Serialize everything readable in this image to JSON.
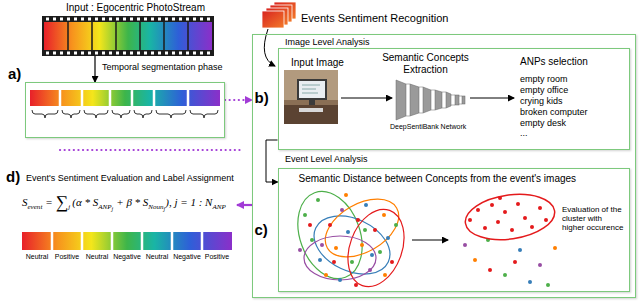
{
  "diagram": {
    "nodes": [
      {
        "text": [
          "Input : Egocentric PhotoStream"
        ]
      },
      {
        "text": [
          "a)"
        ]
      },
      {
        "text": [
          "Events Sentiment Recognition"
        ]
      },
      {
        "text": [
          "b)"
        ],
        "in": 2
      },
      {
        "text": [
          "c)",
          "Semantic Distance between Concepts from the event's images"
        ],
        "in": 2
      },
      {
        "text": [
          "d)",
          "Event's Sentiment Evaluation and Label Assignment"
        ]
      }
    ],
    "edges": [
      {
        "from": 0,
        "to": 1,
        "arrow": "to",
        "label": "Temporal segmentation phase"
      },
      {
        "from": 1,
        "to": 2,
        "arrow": "to"
      },
      {
        "from": 3,
        "to": 4,
        "arrow": "to"
      },
      {
        "from": 2,
        "to": 5,
        "arrow": "to"
      }
    ],
    "labels": [
      "Image Level Analysis",
      "Input Image",
      "Semantic Concepts Extraction",
      "DeepSentiBank Network",
      "ANPs selection",
      "empty room",
      "empty office",
      "crying kids",
      "broken computer",
      "empty desk",
      "...",
      "Event Level Analysis",
      "Evaluation of the cluster with higher occurence",
      "S",
      "event",
      "=",
      "∑",
      "j",
      "(α * S",
      "ANP",
      "j",
      "+ β * S",
      "Noun",
      "j",
      "), j = 1 : N",
      "ANP",
      "Neutral",
      "Positive",
      "Neutral",
      "Negative",
      "Neutral",
      "Negative",
      "Positive"
    ]
  }
}
